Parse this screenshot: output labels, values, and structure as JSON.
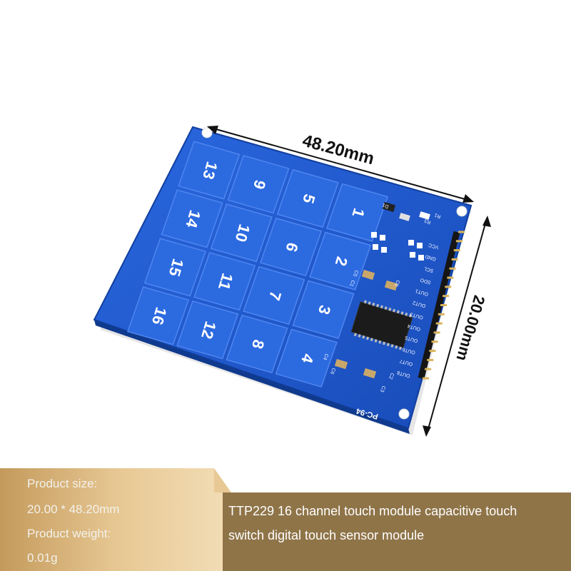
{
  "dimensions": {
    "width_label": "48.20mm",
    "height_label": "20.00mm"
  },
  "board": {
    "pad_numbers": [
      "1",
      "2",
      "3",
      "4",
      "5",
      "6",
      "7",
      "8",
      "9",
      "10",
      "11",
      "12",
      "13",
      "14",
      "15",
      "16"
    ],
    "model_label": "PC-94",
    "pin_labels": [
      "VCC",
      "GND",
      "SCL",
      "SDO",
      "OUT1",
      "OUT2",
      "OUT3",
      "OUT4",
      "OUT5",
      "OUT6",
      "OUT7",
      "OUT8"
    ],
    "component_labels": [
      "D1",
      "R1",
      "R3",
      "C5",
      "C1",
      "C8",
      "C4",
      "C6",
      "C2",
      "C3"
    ]
  },
  "info": {
    "size_label": "Product size:",
    "size_value": "20.00 * 48.20mm",
    "weight_label": "Product weight:",
    "weight_value": "0.01g",
    "description_line1": "TTP229 16 channel touch module capacitive touch",
    "description_line2": "switch digital touch sensor module"
  },
  "colors": {
    "pcb_blue": "#1f5bd1",
    "pad_blue": "#2c6ae0",
    "info_bg_left": "#d8b47a",
    "info_bg_right": "#8f7448"
  }
}
